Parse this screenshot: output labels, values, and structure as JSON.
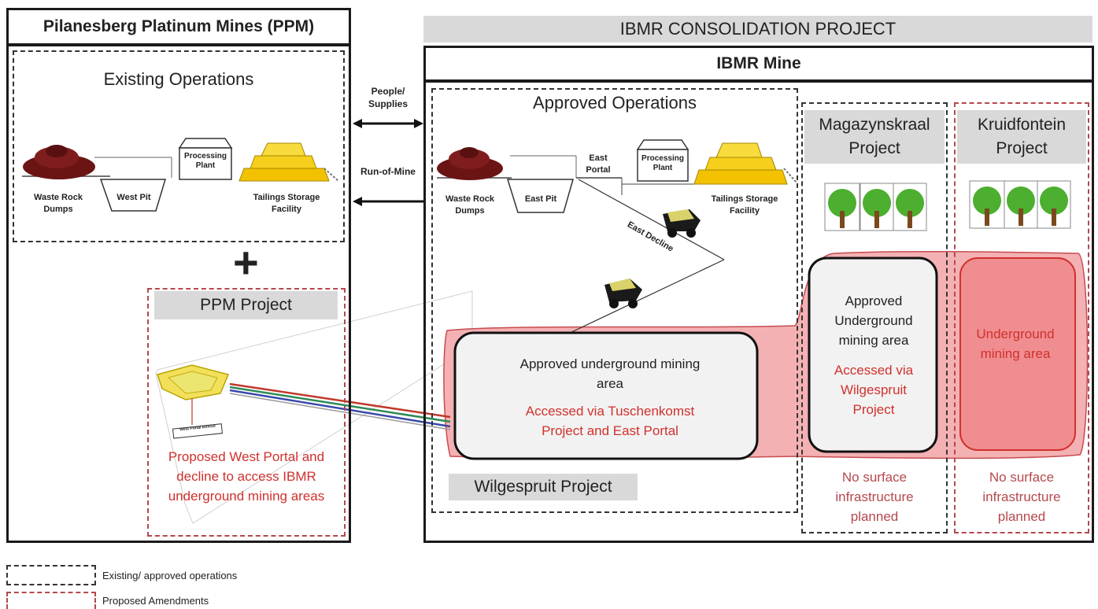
{
  "ppm": {
    "title": "Pilanesberg Platinum Mines (PPM)",
    "existing_heading": "Existing Operations",
    "waste_rock": "Waste Rock Dumps",
    "west_pit": "West Pit",
    "processing_plant": "Processing Plant",
    "tailings": "Tailings Storage Facility",
    "plus": "+",
    "project_label": "PPM Project",
    "west_portal_sign": "West Portal Boxcut",
    "proposed_text": "Proposed West Portal and decline to access IBMR underground mining areas"
  },
  "links": {
    "people_supplies": "People/ Supplies",
    "run_of_mine": "Run-of-Mine"
  },
  "ibmr": {
    "consolidation_title": "IBMR CONSOLIDATION PROJECT",
    "mine_title": "IBMR Mine",
    "approved_heading": "Approved Operations",
    "waste_rock": "Waste Rock Dumps",
    "east_pit": "East Pit",
    "east_portal": "East Portal",
    "processing_plant": "Processing Plant",
    "tailings": "Tailings Storage Facility",
    "east_decline": "East Decline",
    "approved_area": "Approved underground mining area",
    "approved_access": "Accessed via Tuschenkomst Project and East Portal",
    "wilgespruit_label": "Wilgespruit Project"
  },
  "magazynskraal": {
    "title": "Magazynskraal Project",
    "area": "Approved Underground mining area",
    "access": "Accessed via Wilgespruit Project",
    "no_surface": "No surface infrastructure planned"
  },
  "kruidfontein": {
    "title": "Kruidfontein Project",
    "area": "Underground mining area",
    "no_surface": "No surface infrastructure planned"
  },
  "legend": {
    "existing": "Existing/ approved operations",
    "proposed": "Proposed Amendments"
  },
  "colors": {
    "red_text": "#d0312d",
    "pink_fill": "#f3a9ab",
    "grey_label": "#d9d9d9",
    "tailings_yellow": "#f2c200",
    "waste_rock": "#7a1a1a"
  }
}
